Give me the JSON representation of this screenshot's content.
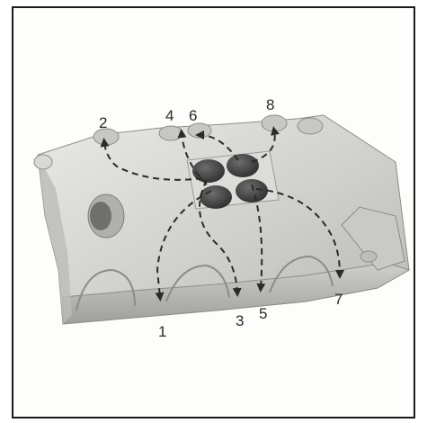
{
  "figure": {
    "description_labels": {
      "port_1": "1",
      "port_2": "2",
      "port_3": "3",
      "port_4": "4",
      "port_5": "5",
      "port_6": "6",
      "port_7": "7",
      "port_8": "8"
    }
  }
}
